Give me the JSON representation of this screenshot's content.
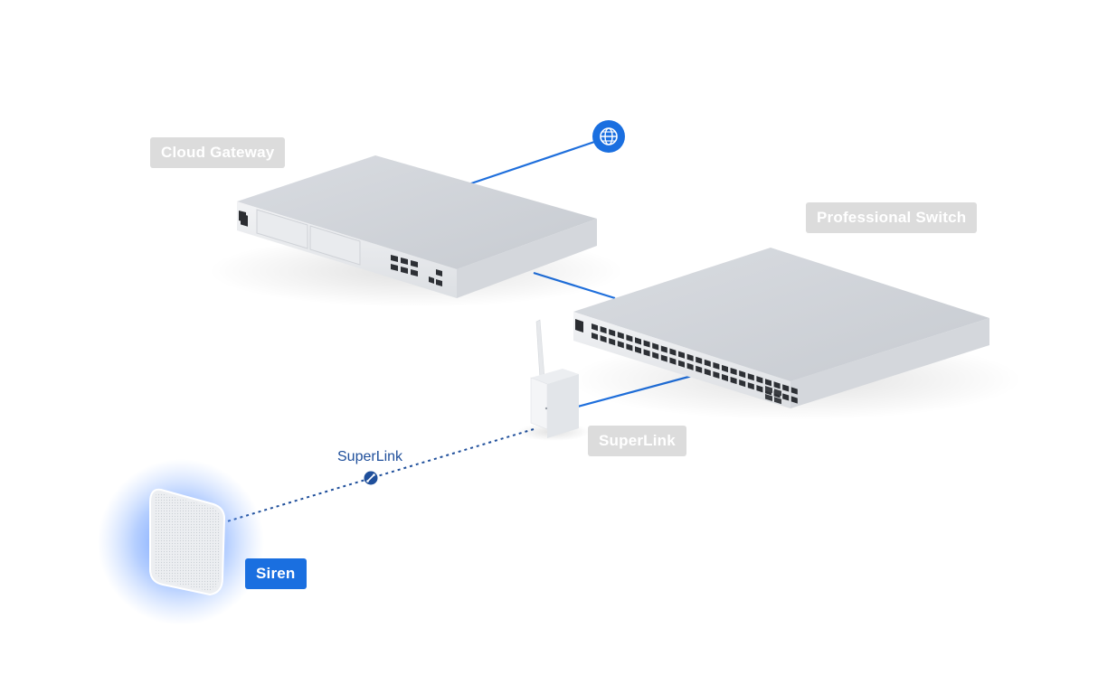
{
  "devices": {
    "cloud_gateway": {
      "label": "Cloud Gateway"
    },
    "professional_switch": {
      "label": "Professional Switch"
    },
    "superlink": {
      "label": "SuperLink"
    },
    "siren": {
      "label": "Siren"
    }
  },
  "connections": {
    "wireless_link_label": "SuperLink"
  },
  "colors": {
    "accent": "#1a6fe0",
    "link_line": "#1f6fdc",
    "wireless_dots": "#1f4f9b",
    "label_inactive_bg": "#dcdcdc",
    "device_body": "#e4e6ea",
    "siren_glow": "#4d8dff"
  },
  "icons": {
    "internet": "globe-icon",
    "wireless": "link-icon"
  }
}
